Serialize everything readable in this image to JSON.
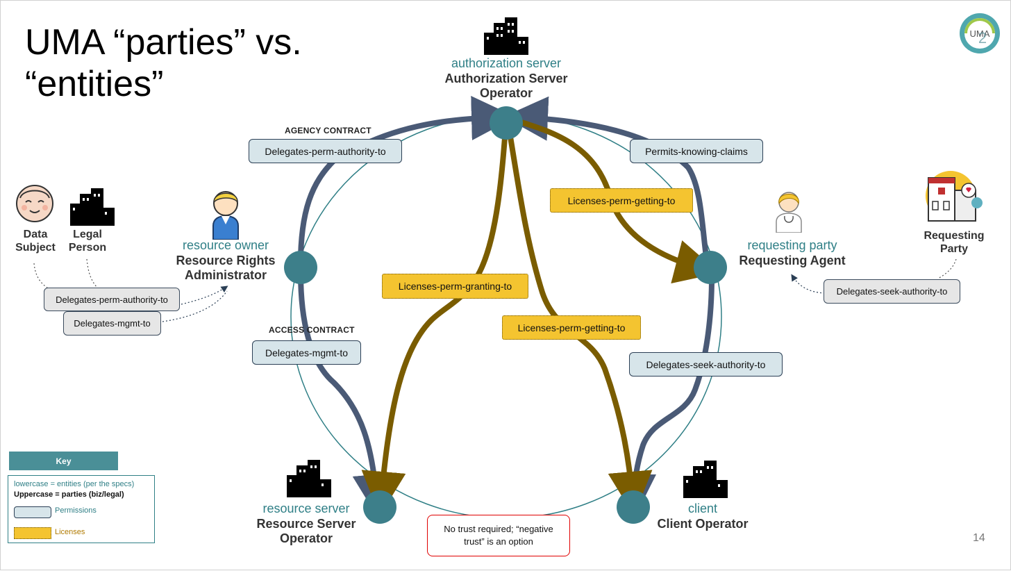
{
  "title": "UMA “parties” vs. “entities”",
  "page_number": "14",
  "logo_text": "UMA",
  "nodes": {
    "authorization_server": {
      "entity": "authorization server",
      "party_line1": "Authorization Server",
      "party_line2": "Operator"
    },
    "resource_owner": {
      "entity": "resource owner",
      "party_line1": "Resource Rights",
      "party_line2": "Administrator"
    },
    "requesting_party": {
      "entity": "requesting party",
      "party": "Requesting Agent"
    },
    "resource_server": {
      "entity": "resource server",
      "party_line1": "Resource Server",
      "party_line2": "Operator"
    },
    "client": {
      "entity": "client",
      "party": "Client Operator"
    }
  },
  "side_parties": {
    "data_subject_line1": "Data",
    "data_subject_line2": "Subject",
    "legal_person_line1": "Legal",
    "legal_person_line2": "Person",
    "requesting_party_line1": "Requesting",
    "requesting_party_line2": "Party"
  },
  "contracts": {
    "agency": "AGENCY CONTRACT",
    "access": "ACCESS CONTRACT"
  },
  "permissions": {
    "delegates_perm_authority_top": "Delegates-perm-authority-to",
    "permits_knowing_claims": "Permits-knowing-claims",
    "delegates_mgmt": "Delegates-mgmt-to",
    "delegates_seek_authority_main": "Delegates-seek-authority-to",
    "left_delegates_perm_authority": "Delegates-perm-authority-to",
    "left_delegates_mgmt": "Delegates-mgmt-to",
    "right_delegates_seek_authority": "Delegates-seek-authority-to"
  },
  "licenses": {
    "perm_getting_top": "Licenses-perm-getting-to",
    "perm_granting": "Licenses-perm-granting-to",
    "perm_getting_mid": "Licenses-perm-getting-to"
  },
  "note": {
    "line1": "No trust required; “negative",
    "line2": "trust” is an option"
  },
  "key": {
    "heading": "Key",
    "line1": "lowercase = entities (per the specs)",
    "line2": "Uppercase = parties (biz/legal)",
    "permissions": "Permissions",
    "licenses": "Licenses"
  },
  "colors": {
    "teal": "#2f7f86",
    "node": "#3d7f8a",
    "slate_arrow": "#4a5a76",
    "license_arrow": "#7a5c00",
    "license_fill": "#f4c430",
    "perm_fill": "#d7e5ea"
  },
  "icons": [
    "building-icon",
    "baby-face-icon",
    "person-icon",
    "nurse-icon",
    "hospital-icon",
    "uma2-logo-icon"
  ]
}
